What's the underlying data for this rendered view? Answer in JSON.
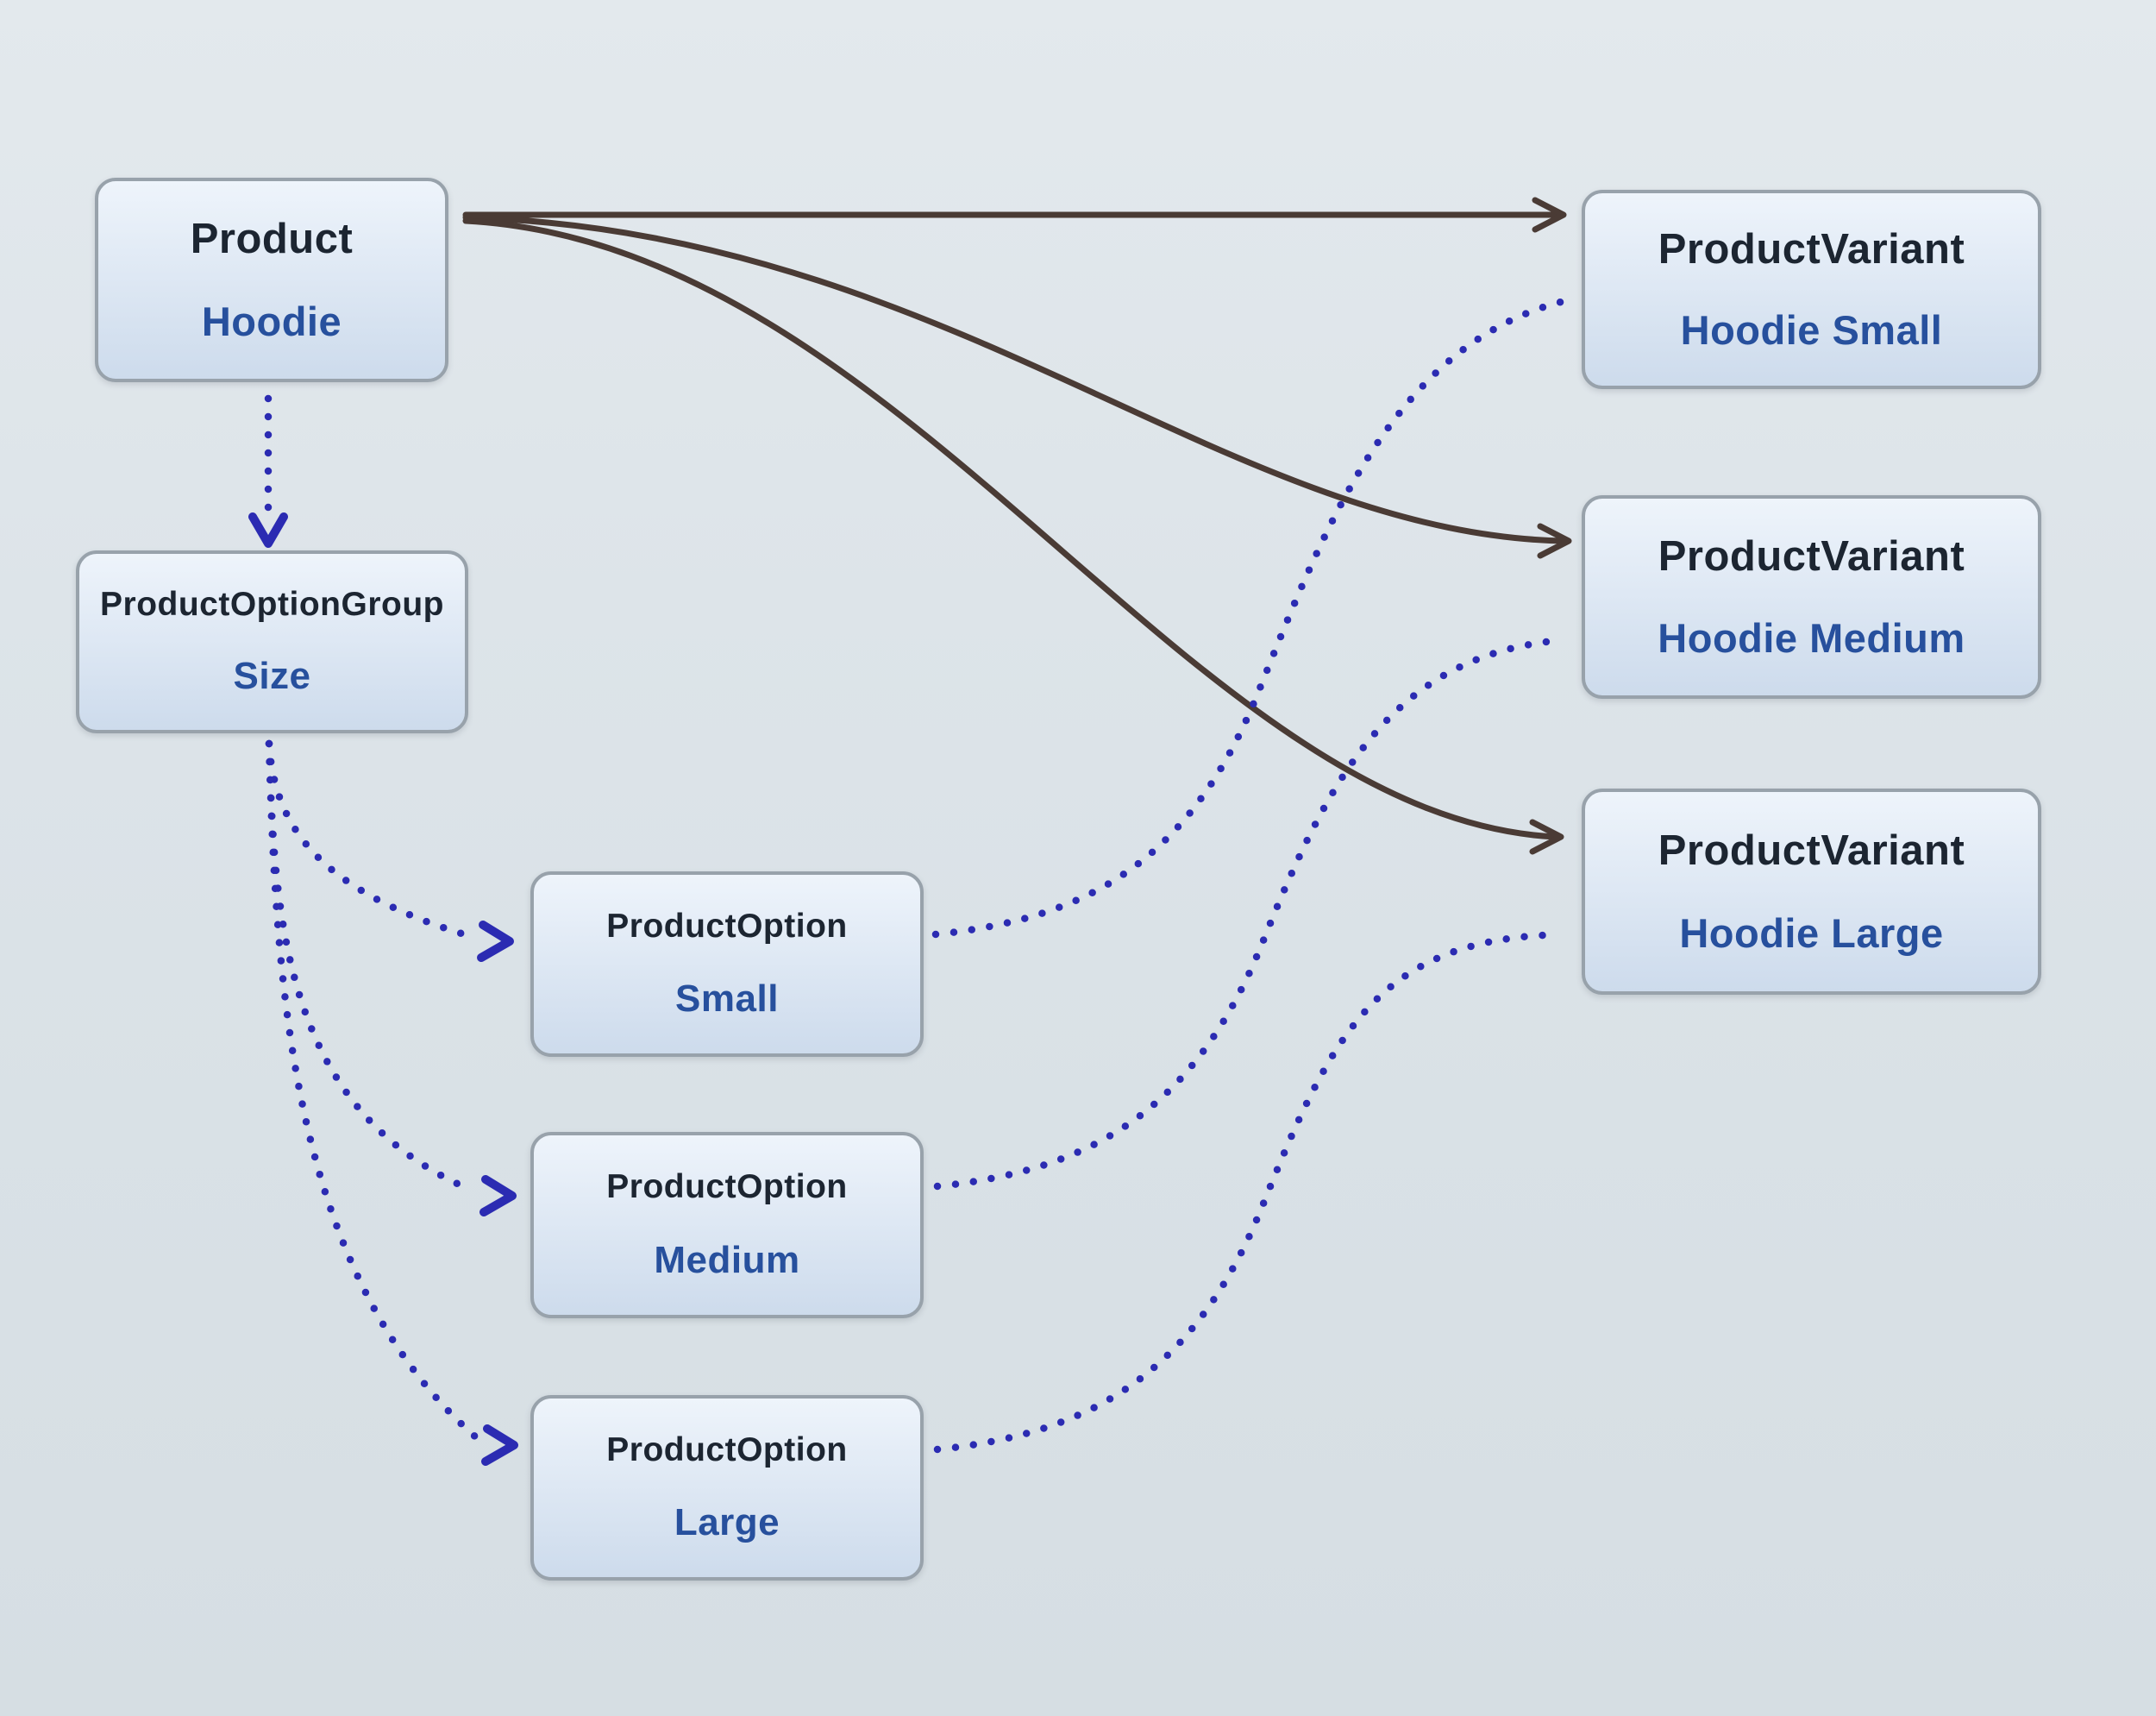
{
  "diagram": {
    "nodes": {
      "product": {
        "entity": "Product",
        "name": "Hoodie"
      },
      "optionGroup": {
        "entity": "ProductOptionGroup",
        "name": "Size"
      },
      "optionSmall": {
        "entity": "ProductOption",
        "name": "Small"
      },
      "optionMedium": {
        "entity": "ProductOption",
        "name": "Medium"
      },
      "optionLarge": {
        "entity": "ProductOption",
        "name": "Large"
      },
      "variantSmall": {
        "entity": "ProductVariant",
        "name": "Hoodie Small"
      },
      "variantMedium": {
        "entity": "ProductVariant",
        "name": "Hoodie Medium"
      },
      "variantLarge": {
        "entity": "ProductVariant",
        "name": "Hoodie Large"
      }
    },
    "edges": [
      {
        "from": "Product",
        "to": "ProductVariant (Hoodie Small)",
        "style": "solid"
      },
      {
        "from": "Product",
        "to": "ProductVariant (Hoodie Medium)",
        "style": "solid"
      },
      {
        "from": "Product",
        "to": "ProductVariant (Hoodie Large)",
        "style": "solid"
      },
      {
        "from": "Product",
        "to": "ProductOptionGroup",
        "style": "dotted"
      },
      {
        "from": "ProductOptionGroup",
        "to": "ProductOption (Small)",
        "style": "dotted"
      },
      {
        "from": "ProductOptionGroup",
        "to": "ProductOption (Medium)",
        "style": "dotted"
      },
      {
        "from": "ProductOptionGroup",
        "to": "ProductOption (Large)",
        "style": "dotted"
      },
      {
        "from": "ProductOption (Small)",
        "to": "ProductVariant (Hoodie Small)",
        "style": "dotted"
      },
      {
        "from": "ProductOption (Medium)",
        "to": "ProductVariant (Hoodie Medium)",
        "style": "dotted"
      },
      {
        "from": "ProductOption (Large)",
        "to": "ProductVariant (Hoodie Large)",
        "style": "dotted"
      }
    ],
    "colors": {
      "node_fill_top": "#eef4fb",
      "node_fill_bottom": "#cddbec",
      "node_border": "#98a2ab",
      "entity_text": "#1c2531",
      "name_text": "#27509d",
      "solid_arrow": "#4a3b35",
      "dotted_arrow": "#2b2bb2"
    }
  }
}
